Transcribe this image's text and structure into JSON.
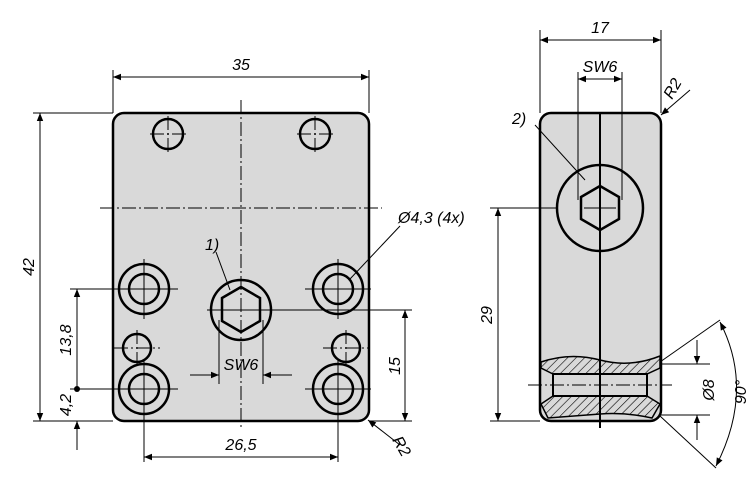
{
  "front_view": {
    "width_dim": "35",
    "height_dim": "42",
    "hole_spacing_v": "13,8",
    "bottom_offset": "4,2",
    "hole_spacing_h": "26,5",
    "hex_height": "15",
    "hex_size": "SW6",
    "callout_1": "1)",
    "hole_note": "Ø4,3 (4x)",
    "radius": "R2"
  },
  "side_view": {
    "width_dim": "17",
    "hex_size": "SW6",
    "radius": "R2",
    "callout_2": "2)",
    "height_dim": "29",
    "bore_dia": "Ø8",
    "chamfer_angle": "90°"
  }
}
